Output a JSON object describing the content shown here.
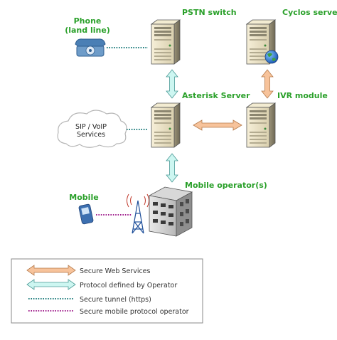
{
  "labels": {
    "phone_line1": "Phone",
    "phone_line2": "(land line)",
    "pstn": "PSTN switch",
    "cyclos": "Cyclos server",
    "asterisk": "Asterisk Server",
    "ivr": "IVR module",
    "sip_line1": "SIP / VoIP",
    "sip_line2": "Services",
    "mobile_operator": "Mobile operator(s)",
    "mobile": "Mobile"
  },
  "legend": {
    "items": [
      {
        "kind": "orange-arrow",
        "text": "Secure Web Services"
      },
      {
        "kind": "cyan-arrow",
        "text": "Protocol defined by Operator"
      },
      {
        "kind": "teal-dots",
        "text": "Secure tunnel (https)"
      },
      {
        "kind": "purple-dots",
        "text": "Secure mobile protocol operator"
      }
    ]
  },
  "colors": {
    "label_green": "#2aa02a",
    "orange_arrow": "#f7c39b",
    "cyan_arrow": "#cdf6f1",
    "teal_dots": "#1a7a7a",
    "purple_dots": "#a01e8c"
  },
  "icons": [
    "phone-icon",
    "server-icon",
    "globe-icon",
    "cloud-icon",
    "antenna-tower-icon",
    "building-icon",
    "mobile-phone-icon"
  ]
}
